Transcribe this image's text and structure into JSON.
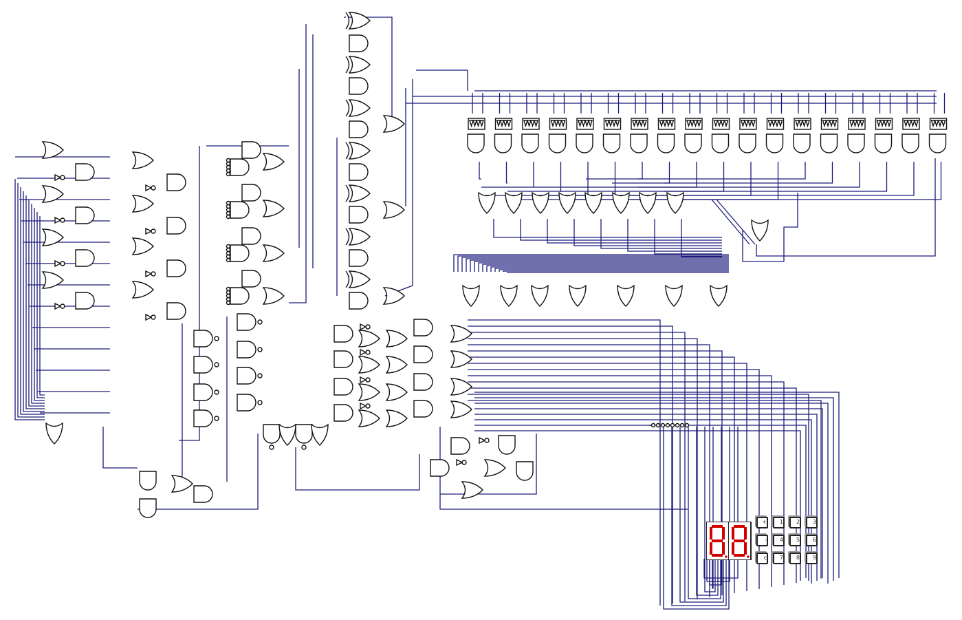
{
  "display": {
    "value": "88",
    "color": "#d40000"
  },
  "keypad": {
    "keys": [
      "+",
      "1",
      "2",
      "3",
      "-",
      "4",
      "5",
      "6",
      "c",
      "7",
      "8",
      "9"
    ]
  },
  "colors": {
    "wire": "#1a1a7a",
    "gate": "#111111"
  }
}
